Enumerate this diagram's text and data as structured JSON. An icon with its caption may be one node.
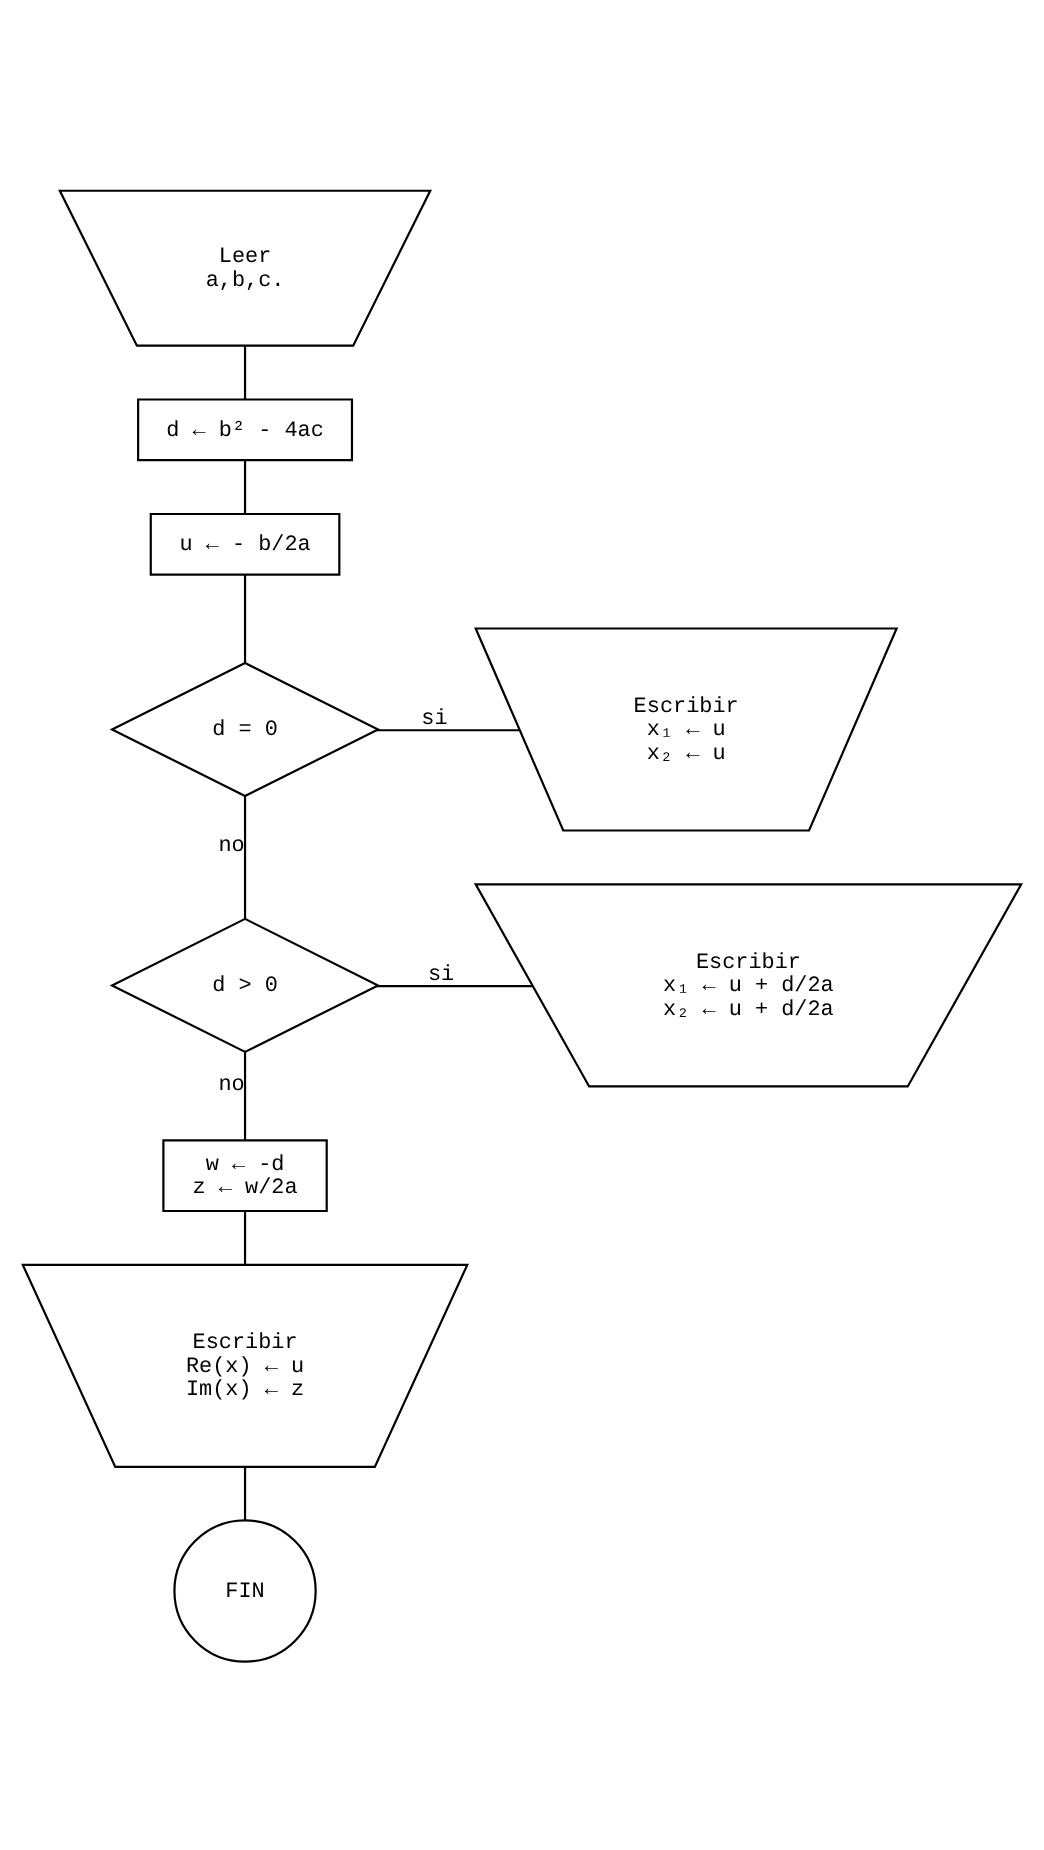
{
  "diagram": {
    "nodes": [
      {
        "text": [
          "Leer",
          "a,b,c."
        ]
      },
      {
        "text": [
          "d ← b² - 4ac"
        ]
      },
      {
        "text": [
          "u ← - b/2a"
        ]
      },
      {
        "text": [
          "d = 0"
        ]
      },
      {
        "text": [
          "Escribir",
          "x₁ ← u",
          "x₂ ← u"
        ]
      },
      {
        "text": [
          "d > 0"
        ]
      },
      {
        "text": [
          "Escribir",
          "x₁ ← u + d/2a",
          "x₂ ← u + d/2a"
        ]
      },
      {
        "text": [
          "w ← -d",
          "z ← w/2a"
        ]
      },
      {
        "text": [
          "Escribir",
          "Re(x) ← u",
          "Im(x) ← z"
        ]
      },
      {
        "text": [
          "FIN"
        ]
      }
    ],
    "edges": [
      {
        "from": 0,
        "to": 1,
        "arrow": "none"
      },
      {
        "from": 1,
        "to": 2,
        "arrow": "none"
      },
      {
        "from": 2,
        "to": 3,
        "arrow": "none"
      },
      {
        "from": 3,
        "to": 4,
        "arrow": "none",
        "label": "si"
      },
      {
        "from": 3,
        "to": 5,
        "arrow": "none",
        "label": "no"
      },
      {
        "from": 5,
        "to": 6,
        "arrow": "none",
        "label": "si"
      },
      {
        "from": 5,
        "to": 7,
        "arrow": "none",
        "label": "no"
      },
      {
        "from": 7,
        "to": 8,
        "arrow": "none"
      },
      {
        "from": 8,
        "to": 9,
        "arrow": "none"
      }
    ]
  }
}
